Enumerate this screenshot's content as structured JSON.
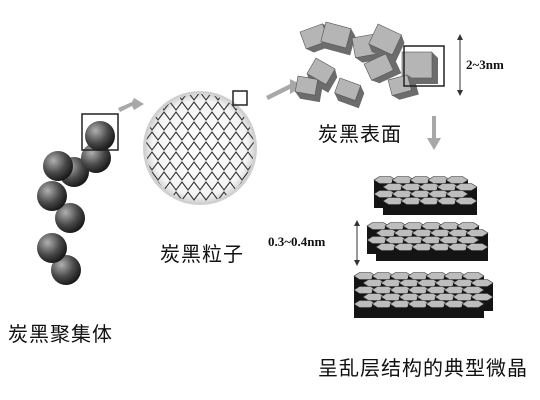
{
  "labels": {
    "aggregate": "炭黑聚集体",
    "particle": "炭黑粒子",
    "surface": "炭黑表面",
    "crystallite": "呈乱层结构的典型微晶",
    "layer_spacing": "0.3~0.4nm",
    "surface_depth": "2~3nm"
  },
  "colors": {
    "sphere_dark": "#1a1a1a",
    "sphere_light": "#9a9a9a",
    "arrow": "#a8a8a8",
    "flake_face": "#b5b5b5",
    "flake_side": "#6c6c6c",
    "hex_top": "#bdbdbd",
    "hex_side": "#141414"
  }
}
